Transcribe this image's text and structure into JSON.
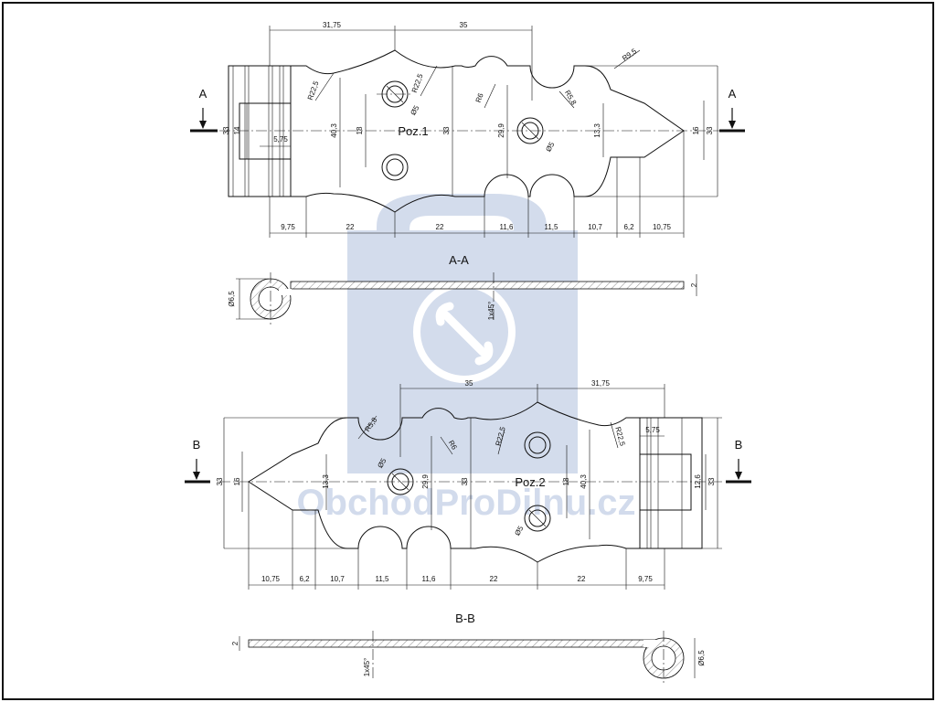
{
  "watermark": {
    "text": "ObchodProDilnu.cz",
    "icon": "wrench-logo-icon"
  },
  "top_view": {
    "part_label": "Poz.1",
    "section_marks": [
      "A",
      "A"
    ],
    "dims_top": [
      "31,75",
      "35"
    ],
    "dims_bottom": [
      "9,75",
      "22",
      "22",
      "11,6",
      "11,5",
      "10,7",
      "6,2",
      "10,75"
    ],
    "dims_left": [
      "33",
      "14",
      "5,75"
    ],
    "dims_inner": [
      "40,3",
      "18",
      "33",
      "29,9",
      "13,3",
      "16",
      "33"
    ],
    "radii": [
      "R22,5",
      "R22,5",
      "R6",
      "R5,8",
      "R9,5"
    ],
    "holes": [
      "Ø5",
      "Ø5"
    ]
  },
  "section_a": {
    "label": "A-A",
    "dims": [
      "Ø6,5",
      "1x45°",
      "2"
    ]
  },
  "bottom_view": {
    "part_label": "Poz.2",
    "section_marks": [
      "B",
      "B"
    ],
    "dims_top": [
      "35",
      "31,75"
    ],
    "dims_bottom": [
      "10,75",
      "6,2",
      "10,7",
      "11,5",
      "11,6",
      "22",
      "22",
      "9,75"
    ],
    "dims_left": [
      "33",
      "16"
    ],
    "dims_inner": [
      "13,3",
      "29,9",
      "33",
      "18",
      "40,3",
      "12,6",
      "33"
    ],
    "radii": [
      "R5,8",
      "R6",
      "R22,5",
      "R22,5",
      "5,75"
    ],
    "holes": [
      "Ø5",
      "Ø5"
    ]
  },
  "section_b": {
    "label": "B-B",
    "dims": [
      "Ø6,5",
      "1x45°",
      "2"
    ]
  }
}
